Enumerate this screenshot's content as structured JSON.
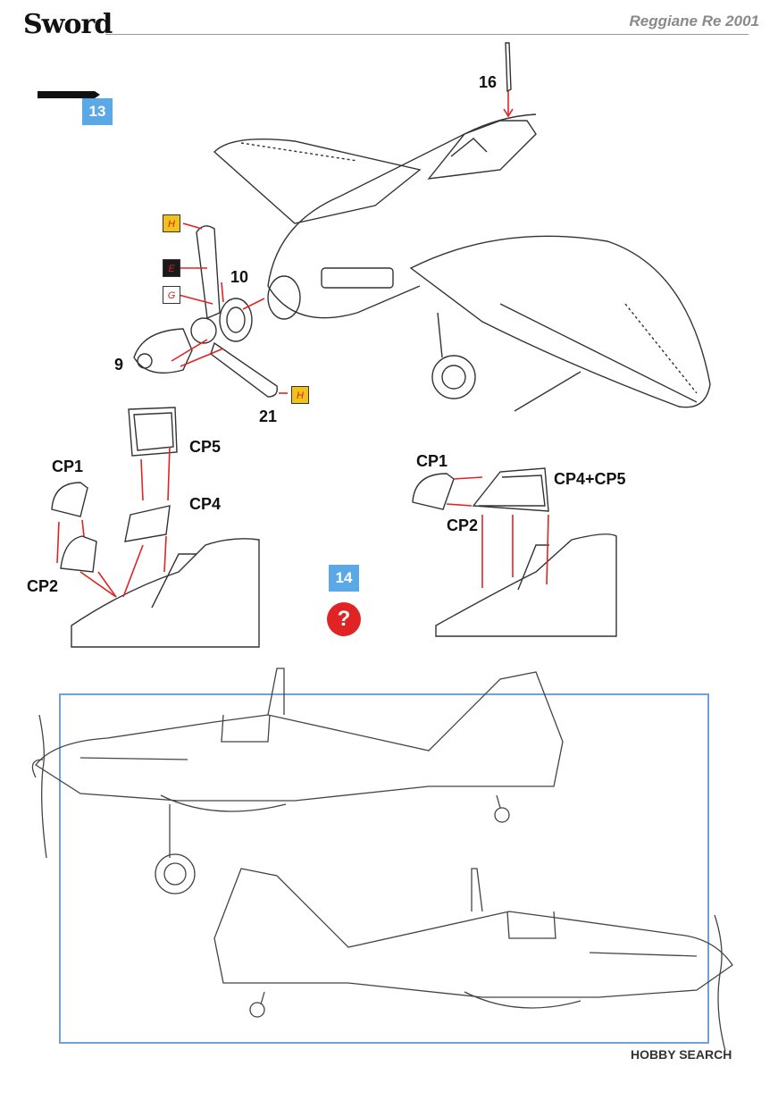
{
  "header": {
    "logo_text": "Sword",
    "document_title": "Reggiane Re 2001"
  },
  "steps": {
    "step_13": "13",
    "step_14": "14"
  },
  "part_numbers": {
    "p16": "16",
    "p10": "10",
    "p9": "9",
    "p21": "21",
    "cp1_left": "CP1",
    "cp5_left": "CP5",
    "cp4_left": "CP4",
    "cp2_left": "CP2",
    "cp1_right": "CP1",
    "cp4cp5_right": "CP4+CP5",
    "cp2_right": "CP2"
  },
  "color_callouts": {
    "h_top": "H",
    "e": "E",
    "g": "G",
    "h_bottom": "H"
  },
  "colors": {
    "step_badge": "#5aa9e6",
    "color_h": "#f2c21b",
    "color_e": "#1a1a1a",
    "color_g": "#ffffff",
    "arrow_red": "#e02424",
    "frame_blue": "#6fa3d8"
  },
  "info_icon": "?",
  "watermark": "HOBBY SEARCH"
}
